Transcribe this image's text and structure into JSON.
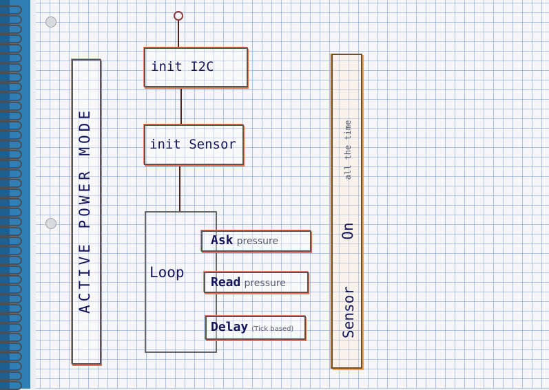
{
  "diagram": {
    "side_left": "ACTIVE POWER MODE",
    "init_i2c": "init I2C",
    "init_sensor": "init Sensor",
    "loop": "Loop",
    "steps": [
      {
        "bold": "Ask",
        "light": "pressure"
      },
      {
        "bold": "Read",
        "light": "pressure"
      },
      {
        "bold": "Delay",
        "light": "(Tick based)"
      }
    ],
    "side_right": {
      "main": "Sensor",
      "state": "On",
      "note": "all the time"
    }
  },
  "colors": {
    "pencil_red": "#e0775a",
    "pencil_orange": "#f0a040",
    "ink": "#14155a",
    "spine_blue": "#2f7fb5"
  }
}
